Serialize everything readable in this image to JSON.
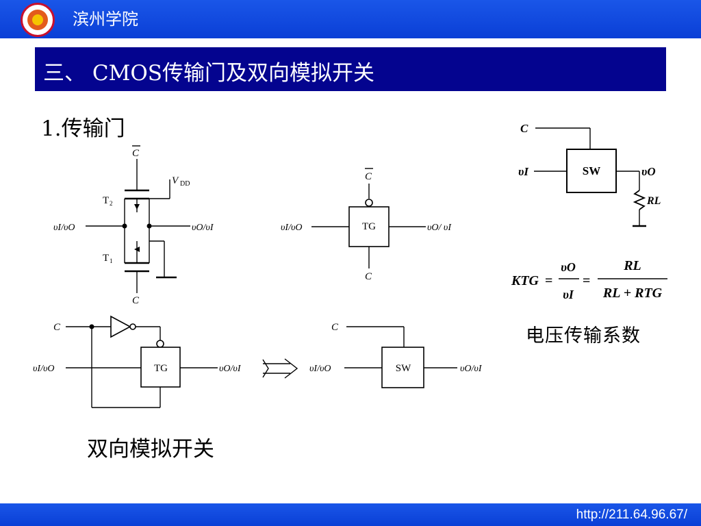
{
  "header": {
    "school_name": "滨州学院"
  },
  "title": "三、 CMOS传输门及双向模拟开关",
  "section_heading": "1.传输门",
  "circuit_cmos": {
    "c_bar": "C",
    "vdd": "V",
    "vdd_sub": "DD",
    "t2": "T",
    "t2_sub": "2",
    "t1": "T",
    "t1_sub": "1",
    "left_io": "υI/υO",
    "right_io": "υO/υI",
    "c_bottom": "C"
  },
  "symbol_tg": {
    "c_bar": "C",
    "box": "TG",
    "left_io": "υI/υO",
    "right_io": "υO/ υI",
    "c_bottom": "C"
  },
  "switch_model": {
    "c": "C",
    "box": "SW",
    "input": "υI",
    "output": "υO",
    "resistor": "RL"
  },
  "formula": {
    "k": "KTG",
    "num1": "υO",
    "den1": "υI",
    "num2": "RL",
    "den2": "RL + RTG"
  },
  "caption_ratio": "电压传输系数",
  "bilateral_tg": {
    "c": "C",
    "box": "TG",
    "left_io": "υI/υO",
    "right_io": "υO/υI"
  },
  "bilateral_sw": {
    "c": "C",
    "box": "SW",
    "left_io": "υI/υO",
    "right_io": "υO/υI"
  },
  "caption_bilateral": "双向模拟开关",
  "footer": {
    "url": "http://211.64.96.67/"
  }
}
